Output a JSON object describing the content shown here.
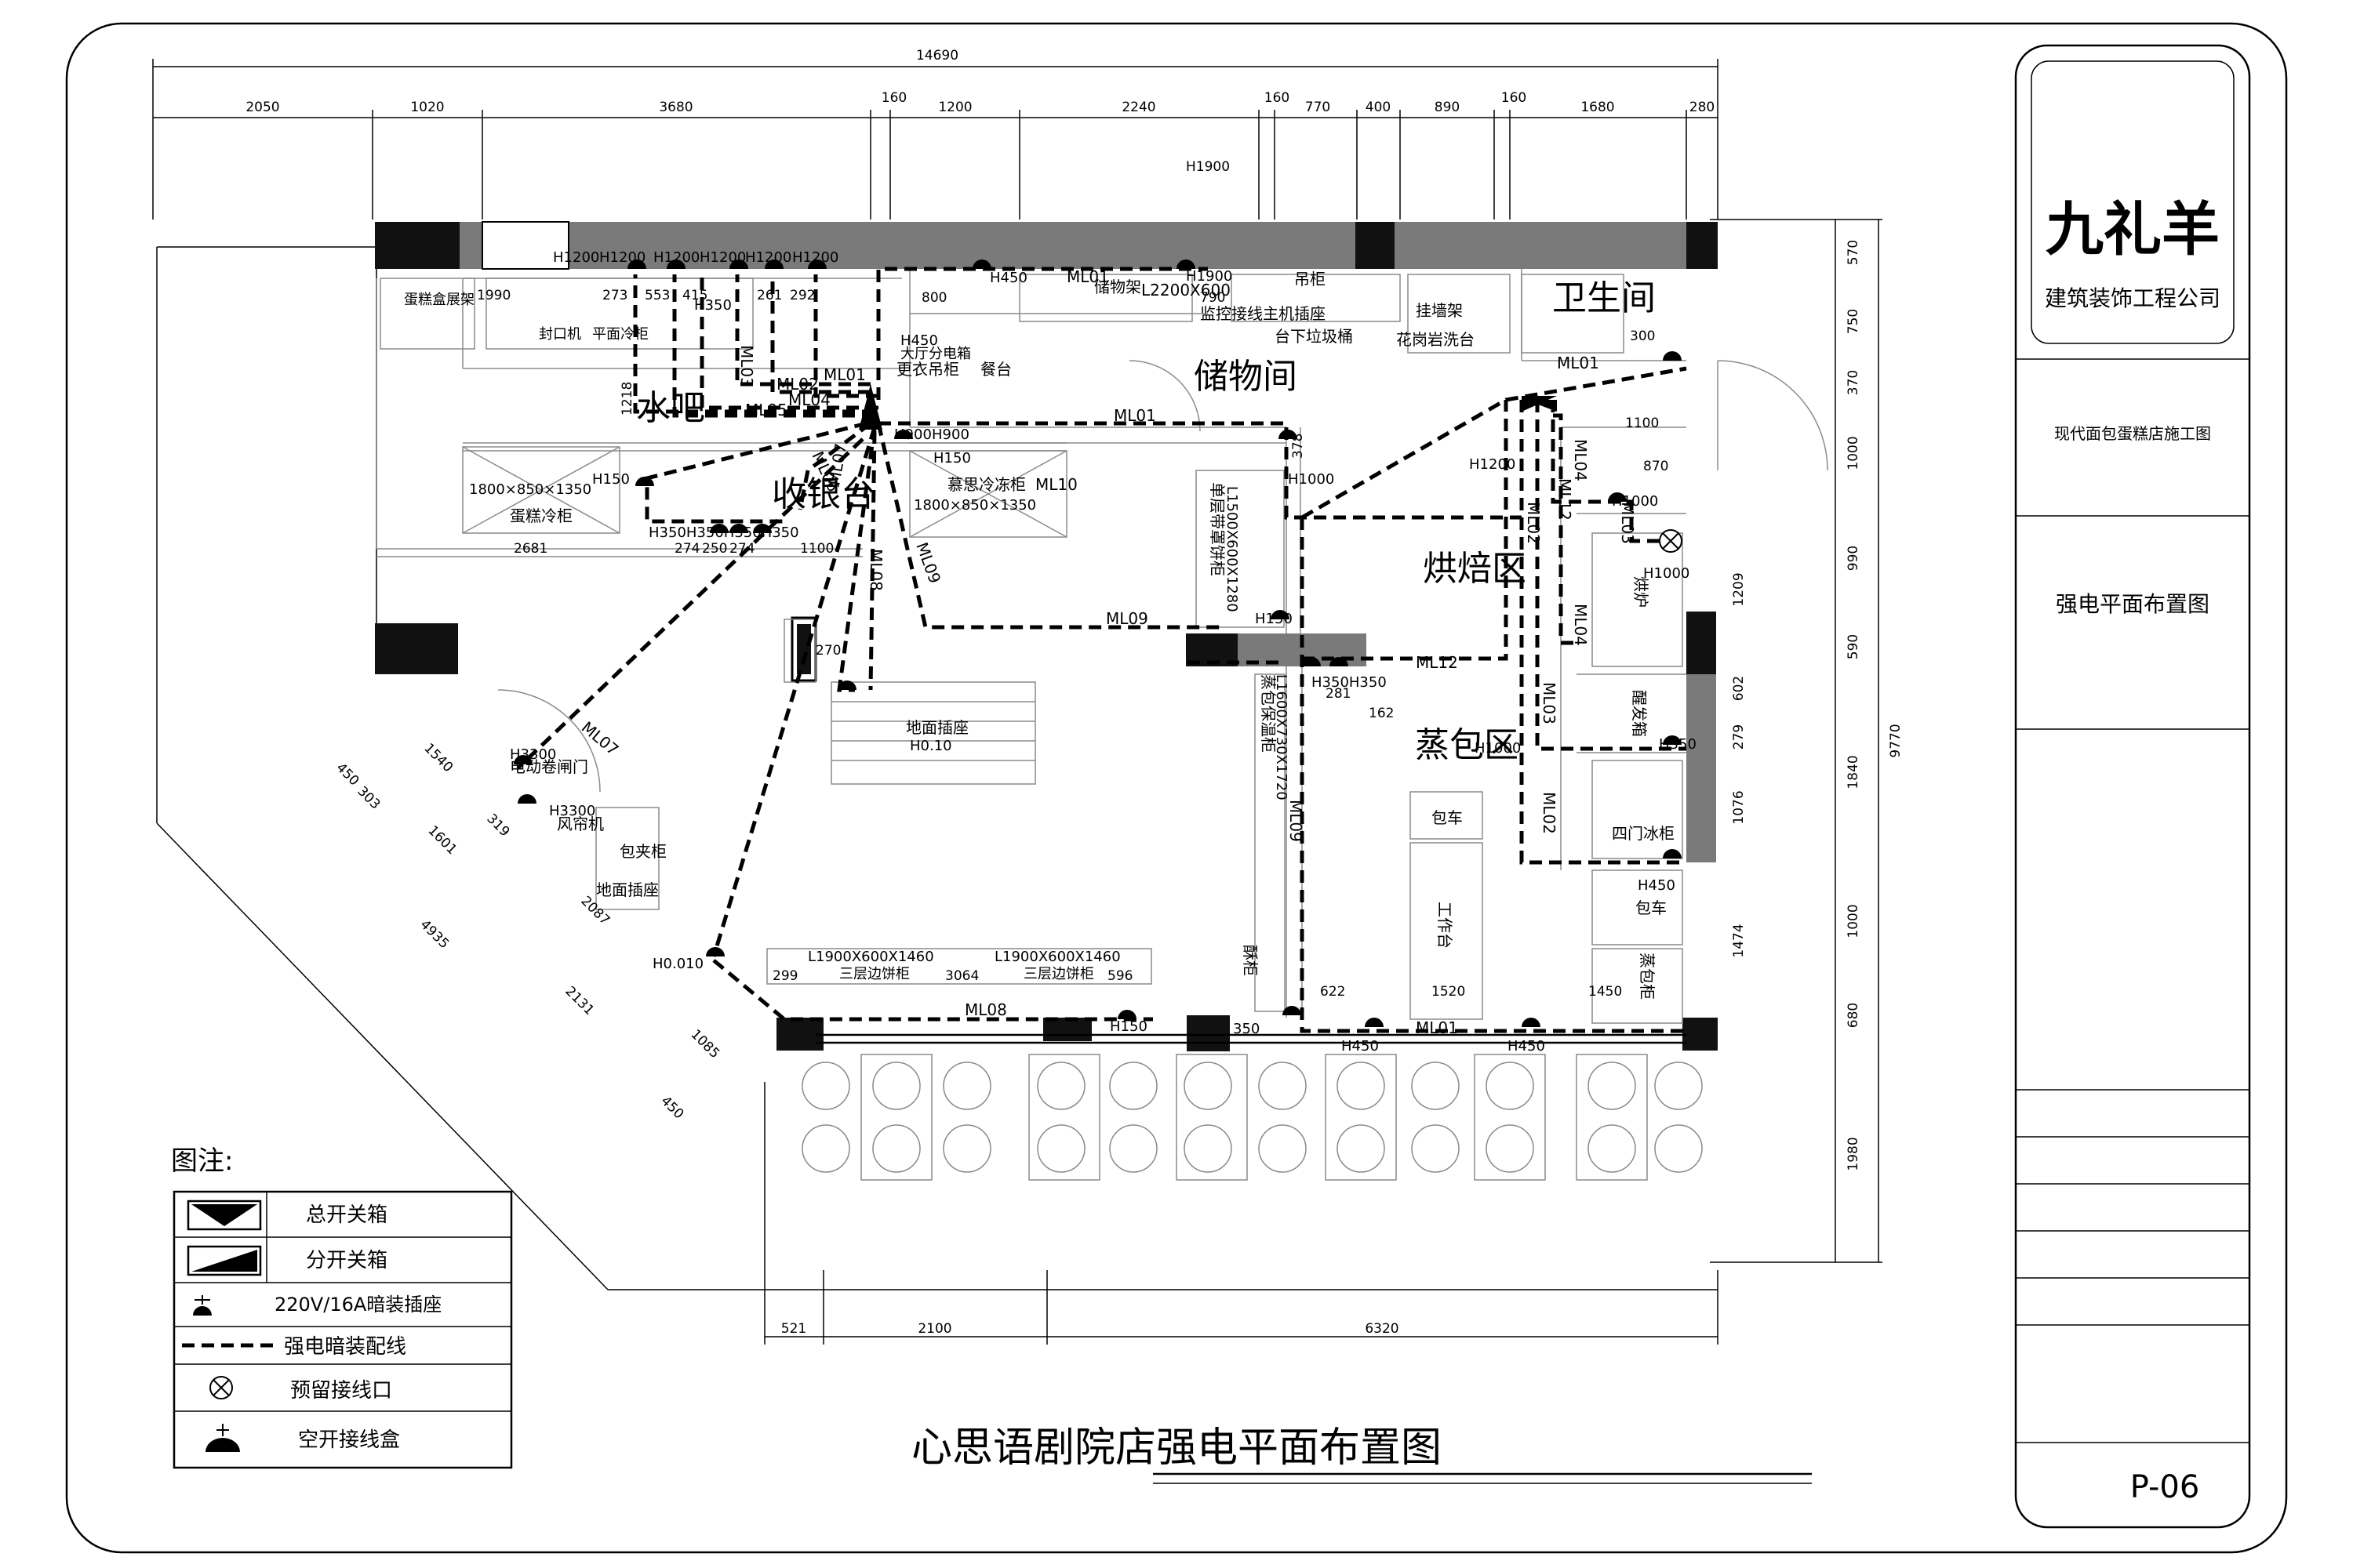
{
  "company": {
    "logo_text": "九礼羊",
    "name": "建筑装饰工程公司"
  },
  "title_block": {
    "project": "现代面包蛋糕店施工图",
    "drawing_name": "强电平面布置图",
    "sheet_no": "P-06"
  },
  "main_title": "心思语剧院店强电平面布置图",
  "legend": {
    "heading": "图注:",
    "items": [
      {
        "label": "总开关箱",
        "icon": "main-switch-box-icon"
      },
      {
        "label": "分开关箱",
        "icon": "sub-switch-box-icon"
      },
      {
        "label": "220V/16A暗装插座",
        "icon": "concealed-socket-icon"
      },
      {
        "label": "强电暗装配线",
        "icon": "dashed-wire-icon"
      },
      {
        "label": "预留接线口",
        "icon": "reserved-port-icon"
      },
      {
        "label": "空开接线盒",
        "icon": "breaker-junction-box-icon"
      }
    ]
  },
  "rooms": {
    "storage": "储物间",
    "bathroom": "卫生间",
    "baking": "烘焙区",
    "steamed_bun": "蒸包区",
    "cashier": "收银台",
    "water_bar": "水吧"
  },
  "dimensions": {
    "overall": "14690",
    "top_row": [
      "2050",
      "1020",
      "3680",
      "160",
      "1200",
      "2240",
      "160",
      "770",
      "400",
      "890",
      "160",
      "1680",
      "280"
    ],
    "right_col": [
      "570",
      "750",
      "370",
      "1000",
      "990",
      "1209",
      "590",
      "602",
      "279",
      "1076",
      "1840",
      "1000",
      "1474",
      "680",
      "1980"
    ],
    "right_overall": "9770",
    "bottom_row": [
      "521",
      "2100",
      "6320"
    ],
    "diagonal": [
      "450",
      "303",
      "1540",
      "319",
      "1601",
      "4935",
      "2087",
      "2131",
      "1085",
      "450"
    ],
    "misc": [
      "H1900",
      "1990",
      "1218",
      "2681",
      "1100",
      "274",
      "250",
      "274",
      "270",
      "378",
      "300",
      "1100",
      "870",
      "281",
      "162",
      "299",
      "3064",
      "596",
      "622",
      "1520",
      "1450",
      "800",
      "790",
      "273",
      "553",
      "415",
      "261",
      "292"
    ]
  },
  "heights": [
    "H1200",
    "H1200",
    "H1200",
    "H1200",
    "H1200",
    "H1200",
    "H350",
    "H450",
    "H1900",
    "H450",
    "H900",
    "H900",
    "H150",
    "H150",
    "H350H350H350H350",
    "H1000",
    "H1200",
    "H1000",
    "H1000",
    "H150",
    "H350H350",
    "H1000",
    "H350",
    "H450",
    "H150",
    "350",
    "H450",
    "H450",
    "H3300",
    "H3300",
    "H0.010",
    "H0.10"
  ],
  "fixtures": {
    "storage_rack": "储物架",
    "storage_rack_size": "L2200X600",
    "monitor_socket": "监控接线主机插座",
    "hanging_cabinet": "吊柜",
    "trash_bin": "台下垃圾桶",
    "wall_rack": "挂墙架",
    "granite_sink": "花岗岩洗台",
    "hall_board": "大厅分电箱",
    "wardrobe": "更衣吊柜",
    "dining_table": "餐台",
    "mousse_freezer": "慕思冷冻柜",
    "freezer_size": "1800×850×1350",
    "cake_cooler": "蛋糕冷柜",
    "cake_cooler_size": "1800×850×1350",
    "cake_display": "蛋糕盒展架",
    "sealer": "封口机",
    "flat_cooler": "平面冷柜",
    "single_shelf": "单层带罩饼柜",
    "single_shelf_size": "L1500X600X1280",
    "steam_cabinet": "蒸包保温柜",
    "steam_cabinet_size": "L1600X730X1720",
    "floor_socket_1": "地面插座",
    "floor_socket_2": "地面插座",
    "shutter": "电动卷闸门",
    "air_curtain": "风帘机",
    "bun_cabinet": "包夹柜",
    "three_tier_1": "三层边饼柜",
    "three_tier_2": "三层边饼柜",
    "three_tier_size_1": "L1900X600X1460",
    "three_tier_size_2": "L1900X600X1460",
    "proofing_box": "醒发箱",
    "four_door_fridge": "四门冰柜",
    "bun_cart_1": "包车",
    "bun_cart_2": "包车",
    "work_table": "工作台",
    "steam_bun_cabinet": "蒸包柜",
    "oven": "烘炉",
    "cake_cabinet": "酥柜"
  },
  "wires": [
    "ML01",
    "ML01",
    "ML01",
    "ML01",
    "ML01",
    "ML02",
    "ML02",
    "ML02",
    "ML03",
    "ML03",
    "ML03",
    "ML04",
    "ML04",
    "ML04",
    "ML05",
    "ML06",
    "ML07",
    "ML07",
    "ML08",
    "ML08",
    "ML09",
    "ML09",
    "ML10",
    "ML12",
    "ML12",
    "ML09"
  ],
  "colors": {
    "wall": "#111111",
    "wall_grey": "#7a7a7a",
    "wire": "#000000",
    "furniture": "#8a8a8a"
  }
}
